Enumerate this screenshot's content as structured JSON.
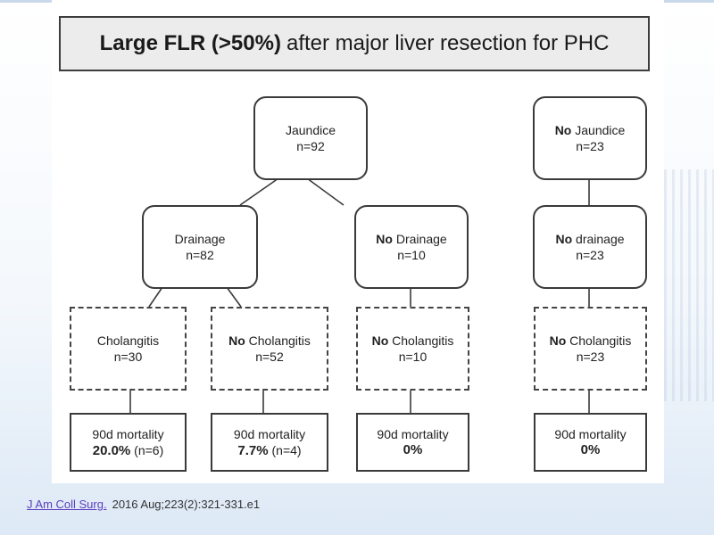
{
  "title": {
    "bold": "Large FLR (>50%)",
    "rest": "after major liver resection for PHC"
  },
  "nodes": {
    "jaundice": {
      "label": "Jaundice",
      "n": "n=92"
    },
    "no_jaundice": {
      "prefix": "No",
      "label": "Jaundice",
      "n": "n=23"
    },
    "drainage": {
      "label": "Drainage",
      "n": "n=82"
    },
    "no_drainage_left": {
      "prefix": "No",
      "label": "Drainage",
      "n": "n=10"
    },
    "no_drainage_right": {
      "prefix": "No",
      "label": "drainage",
      "n": "n=23"
    },
    "cholangitis": {
      "label": "Cholangitis",
      "n": "n=30"
    },
    "no_cholangitis_a": {
      "prefix": "No",
      "label": "Cholangitis",
      "n": "n=52"
    },
    "no_cholangitis_b": {
      "prefix": "No",
      "label": "Cholangitis",
      "n": "n=10"
    },
    "no_cholangitis_c": {
      "prefix": "No",
      "label": "Cholangitis",
      "n": "n=23"
    },
    "mortality_1": {
      "label": "90d mortality",
      "value": "20.0%",
      "detail": "(n=6)"
    },
    "mortality_2": {
      "label": "90d mortality",
      "value": "7.7%",
      "detail": "(n=4)"
    },
    "mortality_3": {
      "label": "90d mortality",
      "value": "0%"
    },
    "mortality_4": {
      "label": "90d mortality",
      "value": "0%"
    }
  },
  "citation": {
    "journal": "J Am Coll Surg.",
    "ref": "2016 Aug;223(2):321-331.e1"
  }
}
